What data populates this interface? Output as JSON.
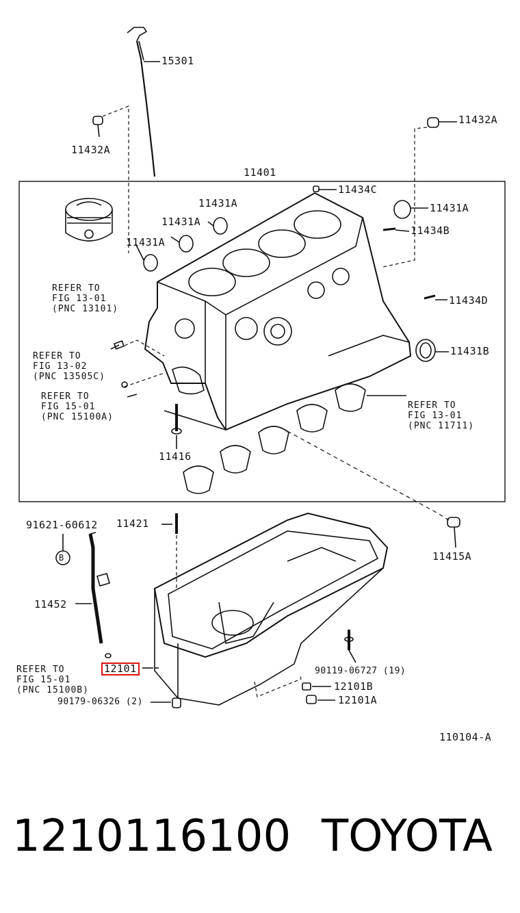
{
  "diagram": {
    "callouts": {
      "c15301": "15301",
      "c11432a_left": "11432A",
      "c11432a_right": "11432A",
      "c11401": "11401",
      "c11434c": "11434C",
      "c11431a_1": "11431A",
      "c11431a_2": "11431A",
      "c11431a_3": "11431A",
      "c11431a_right": "11431A",
      "c11434b": "11434B",
      "c11434d": "11434D",
      "c11431b": "11431B",
      "c11416": "11416",
      "c91621": "91621-60612",
      "c11421": "11421",
      "c11415a": "11415A",
      "c11452": "11452",
      "c12101": "12101",
      "c90119": "90119-06727 (19)",
      "c12101b": "12101B",
      "c12101a": "12101A",
      "c90179": "90179-06326 (2)",
      "c_b": "B",
      "c_figno": "110104-A"
    },
    "refs": {
      "r13101": [
        "REFER TO",
        "FIG 13-01",
        "(PNC 13101)"
      ],
      "r13505": [
        "REFER TO",
        "FIG 13-02",
        "(PNC 13505C)"
      ],
      "r15100a": [
        "REFER TO",
        "FIG 15-01",
        "(PNC 15100A)"
      ],
      "r11711": [
        "REFER TO",
        "FIG 13-01",
        "(PNC 11711)"
      ],
      "r15100b": [
        "REFER TO",
        "FIG 15-01",
        "(PNC 15100B)"
      ]
    },
    "highlight_color": "#dd1111"
  },
  "footer": {
    "part_number": "1210116100",
    "brand": "TOYOTA"
  }
}
